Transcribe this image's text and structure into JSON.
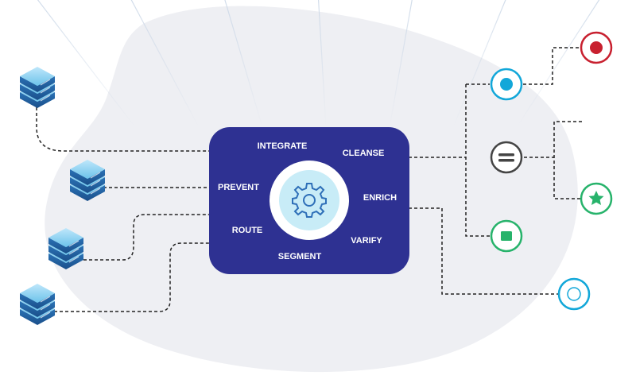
{
  "hub": {
    "labels": {
      "integrate": "INTEGRATE",
      "cleanse": "CLEANSE",
      "prevent": "PREVENT",
      "enrich": "ENRICH",
      "route": "ROUTE",
      "varify": "VARIFY",
      "segment": "SEGMENT"
    },
    "center_icon": "gear-icon"
  },
  "sources": [
    {
      "icon": "server-stack-icon"
    },
    {
      "icon": "server-stack-icon"
    },
    {
      "icon": "server-stack-icon"
    },
    {
      "icon": "server-stack-icon"
    }
  ],
  "outputs": [
    {
      "icon": "filled-dot-icon",
      "color": "#c8202f"
    },
    {
      "icon": "filled-dot-icon",
      "color": "#12a7d9"
    },
    {
      "icon": "equals-icon",
      "color": "#444444"
    },
    {
      "icon": "star-icon",
      "color": "#27b36b"
    },
    {
      "icon": "square-icon",
      "color": "#27b36b"
    },
    {
      "icon": "ring-icon",
      "color": "#12a7d9"
    }
  ],
  "colors": {
    "hub": "#2e3192",
    "ring": "#ffffff",
    "inner": "#c8ecf7",
    "gear": "#2e6fb8",
    "blob": "#eeeff3",
    "line": "#222222"
  }
}
